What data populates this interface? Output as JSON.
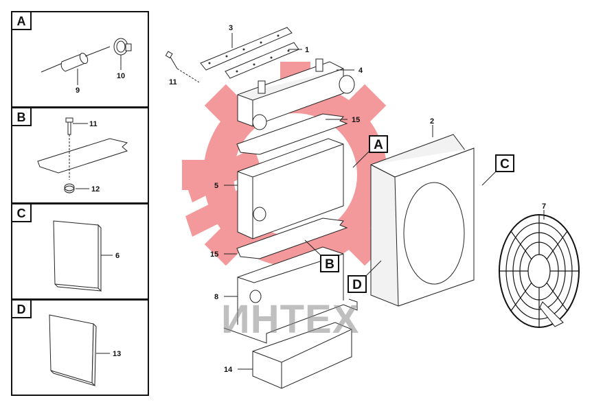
{
  "panels": [
    {
      "letter": "A",
      "labels": [
        "9",
        "10"
      ]
    },
    {
      "letter": "B",
      "labels": [
        "11",
        "12"
      ]
    },
    {
      "letter": "C",
      "labels": [
        "6"
      ]
    },
    {
      "letter": "D",
      "labels": [
        "13"
      ]
    }
  ],
  "main_labels": {
    "p1": "1",
    "p2": "2",
    "p3": "3",
    "p4": "4",
    "p5": "5",
    "p7": "7",
    "p8": "8",
    "p11": "11",
    "p14": "14",
    "p15a": "15",
    "p15b": "15"
  },
  "callouts": {
    "a": "A",
    "b": "B",
    "c": "C",
    "d": "D"
  },
  "watermark": {
    "text": "ИНТЕХ",
    "color": "#e8353a"
  }
}
